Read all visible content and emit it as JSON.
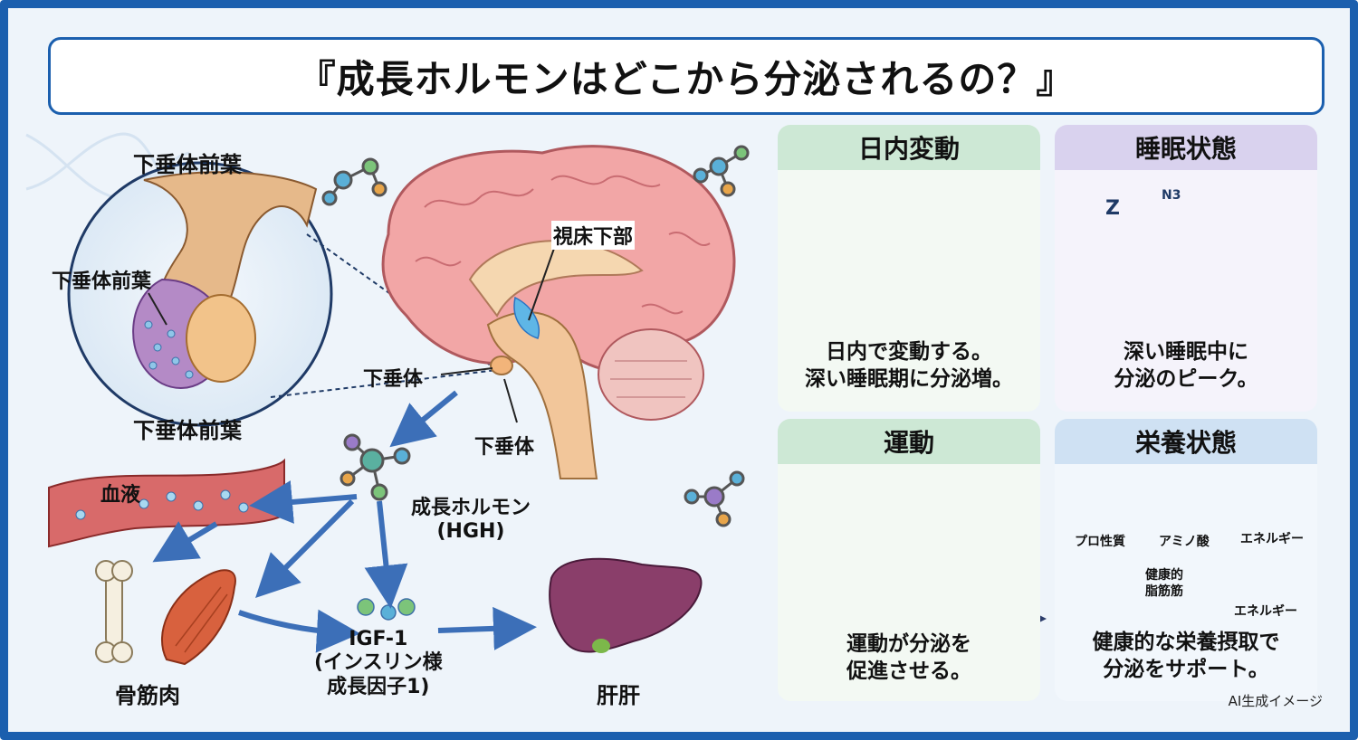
{
  "title": "『成長ホルモンはどこから分泌されるの？』",
  "diagram": {
    "pituitary_top": "下垂体前葉",
    "pituitary_mid": "下垂体前葉",
    "pituitary_bottom": "下垂体前葉",
    "hypothalamus": "視床下部",
    "pituitary_left": "下垂体",
    "pituitary_below": "下垂体",
    "blood": "血液",
    "hgh_name": "成長ホルモン",
    "hgh_abbr": "(HGH)",
    "igf_line1": "IGF-1",
    "igf_line2": "(インスリン様",
    "igf_line3": "成長因子1)",
    "bone_muscle": "骨筋肉",
    "liver": "肝肝"
  },
  "cards": {
    "daily": {
      "title": "日内変動",
      "text1": "日内で変動する。",
      "text2": "深い睡眠期に分泌増。"
    },
    "sleep": {
      "title": "睡眠状態",
      "stage": "N3",
      "zzz": "Z",
      "text1": "深い睡眠中に",
      "text2": "分泌のピーク。"
    },
    "exercise": {
      "title": "運動",
      "text1": "運動が分泌を",
      "text2": "促進させる。"
    },
    "nutrition": {
      "title": "栄養状態",
      "protein": "プロ性質",
      "amino": "アミノ酸",
      "energy_gauge": "エネルギー",
      "fat1": "健康的",
      "fat2": "脂筋筋",
      "energy": "エネルギー",
      "text1": "健康的な栄養摂取で",
      "text2": "分泌をサポート。"
    }
  },
  "credit": "AI生成イメージ",
  "colors": {
    "frame": "#1b5fae",
    "green_head": "#cde8d5",
    "purple_head": "#d9d2ee",
    "blue_head": "#cfe1f3"
  }
}
